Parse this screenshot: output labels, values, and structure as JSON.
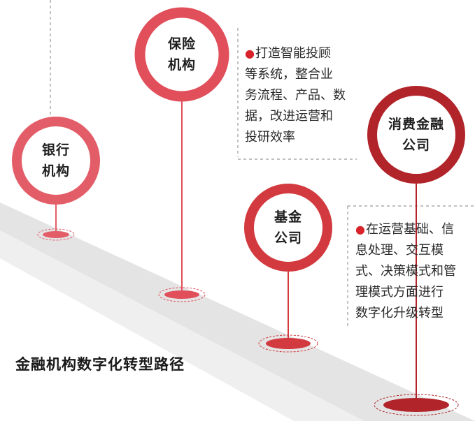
{
  "title": "金融机构数字化转型路径",
  "nodes": [
    {
      "id": "bank",
      "line1": "银行",
      "line2": "机构",
      "color": "#e35d68"
    },
    {
      "id": "insurance",
      "line1": "保险",
      "line2": "机构",
      "color": "#e04f5a"
    },
    {
      "id": "fund",
      "line1": "基金",
      "line2": "公司",
      "color": "#d23a3f"
    },
    {
      "id": "consumer",
      "line1": "消费金融",
      "line2": "公司",
      "color": "#b0242a"
    }
  ],
  "notes": {
    "insurance": {
      "bullet": "●",
      "lines": [
        "打造智能投顾",
        "等系统，整合业",
        "务流程、产品、数",
        "据，改进运营和",
        "投研效率"
      ]
    },
    "consumer": {
      "bullet": "●",
      "lines": [
        "在运营基础、信",
        "息处理、交互模",
        "式、决策模式和管",
        "理模式方面进行",
        "数字化升级转型"
      ]
    }
  }
}
